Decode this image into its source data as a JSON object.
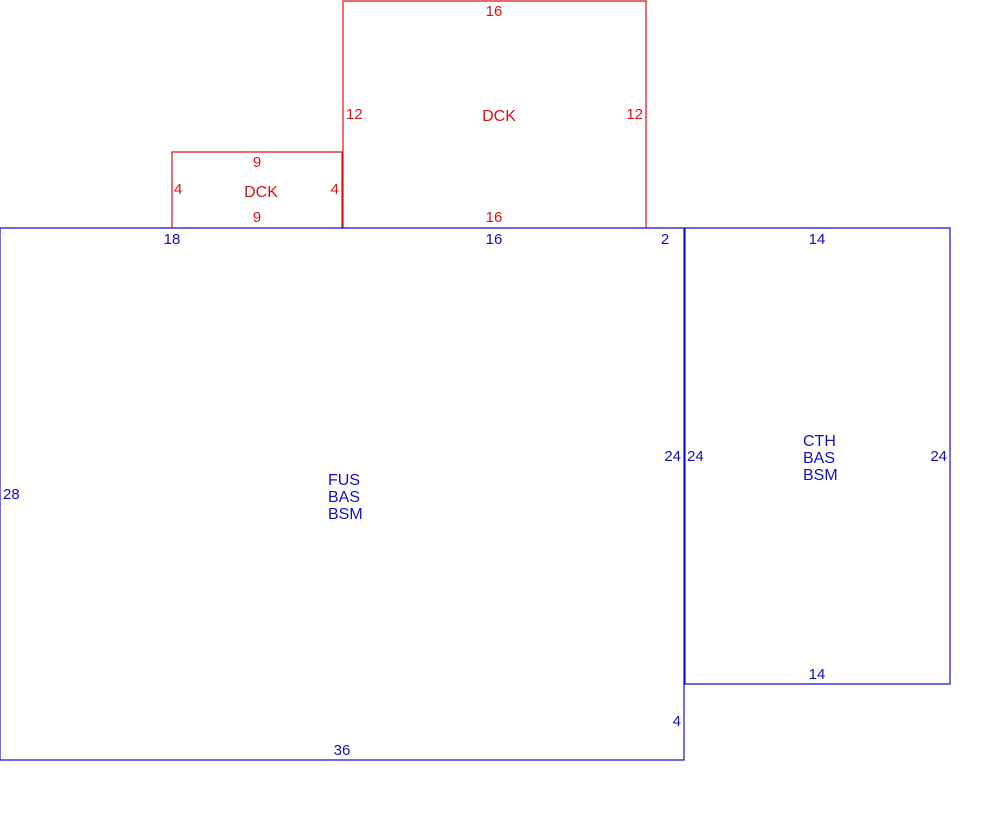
{
  "colors": {
    "main_structure": "#1010c8",
    "deck": "#dd1111",
    "background": "#ffffff"
  },
  "deck_small": {
    "label": "DCK",
    "top": "9",
    "bottom": "9",
    "left": "4",
    "right": "4"
  },
  "deck_large": {
    "label": "DCK",
    "top": "16",
    "bottom": "16",
    "left": "12",
    "right": "12"
  },
  "main_house": {
    "labels": [
      "FUS",
      "BAS",
      "BSM"
    ],
    "top_left": "18",
    "top_mid": "16",
    "top_right": "2",
    "left": "28",
    "right": "24",
    "bottom_right": "4",
    "bottom": "36"
  },
  "wing": {
    "labels": [
      "CTH",
      "BAS",
      "BSM"
    ],
    "top": "14",
    "bottom": "14",
    "left": "24",
    "right": "24"
  }
}
